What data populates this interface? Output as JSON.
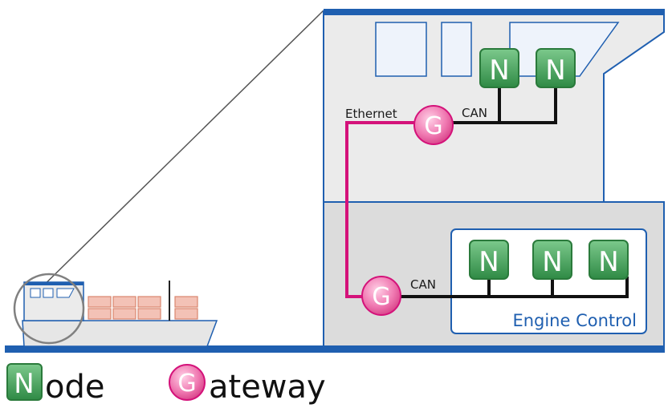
{
  "labels": {
    "ethernet": "Ethernet",
    "can_upper": "CAN",
    "can_lower": "CAN",
    "engine_control": "Engine Control"
  },
  "node_letter": "N",
  "gateway_letter": "G",
  "legend": {
    "node_letter": "N",
    "node_rest": "ode",
    "gateway_letter": "G",
    "gateway_rest": "ateway"
  },
  "colors": {
    "ethernet_line": "#d4127a",
    "can_line": "#111111",
    "node_fill": "#3f9a54",
    "gateway_fill": "#e8559a",
    "ship_blue": "#1f5fb0",
    "container": "#f3c2b6"
  }
}
